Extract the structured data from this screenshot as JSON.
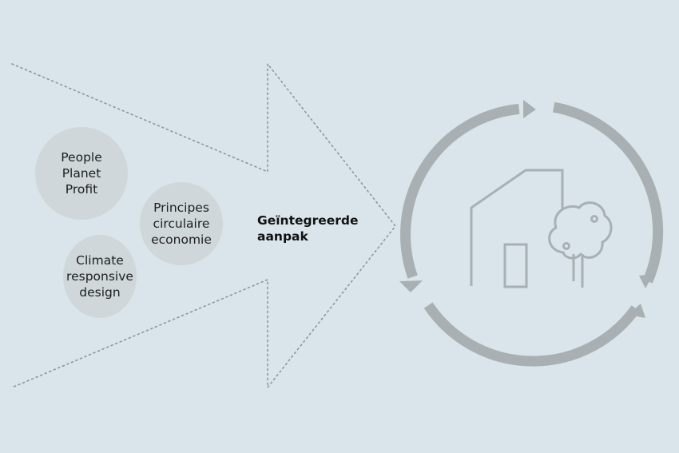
{
  "bubbles": [
    {
      "label": "People\nPlanet\nProfit"
    },
    {
      "label": "Principes\ncirculaire\neconomie"
    },
    {
      "label": "Climate\nresponsive\ndesign"
    }
  ],
  "center_label": "Geïntegreerde\naanpak",
  "colors": {
    "background": "#d9e5ea",
    "bubble": "#cfd7da",
    "cycle": "#a8b0b3",
    "dotted": "#8f9698"
  },
  "icons": [
    "dotted-arrow-outline",
    "cycle-arrows-icon",
    "house-icon",
    "tree-icon"
  ]
}
